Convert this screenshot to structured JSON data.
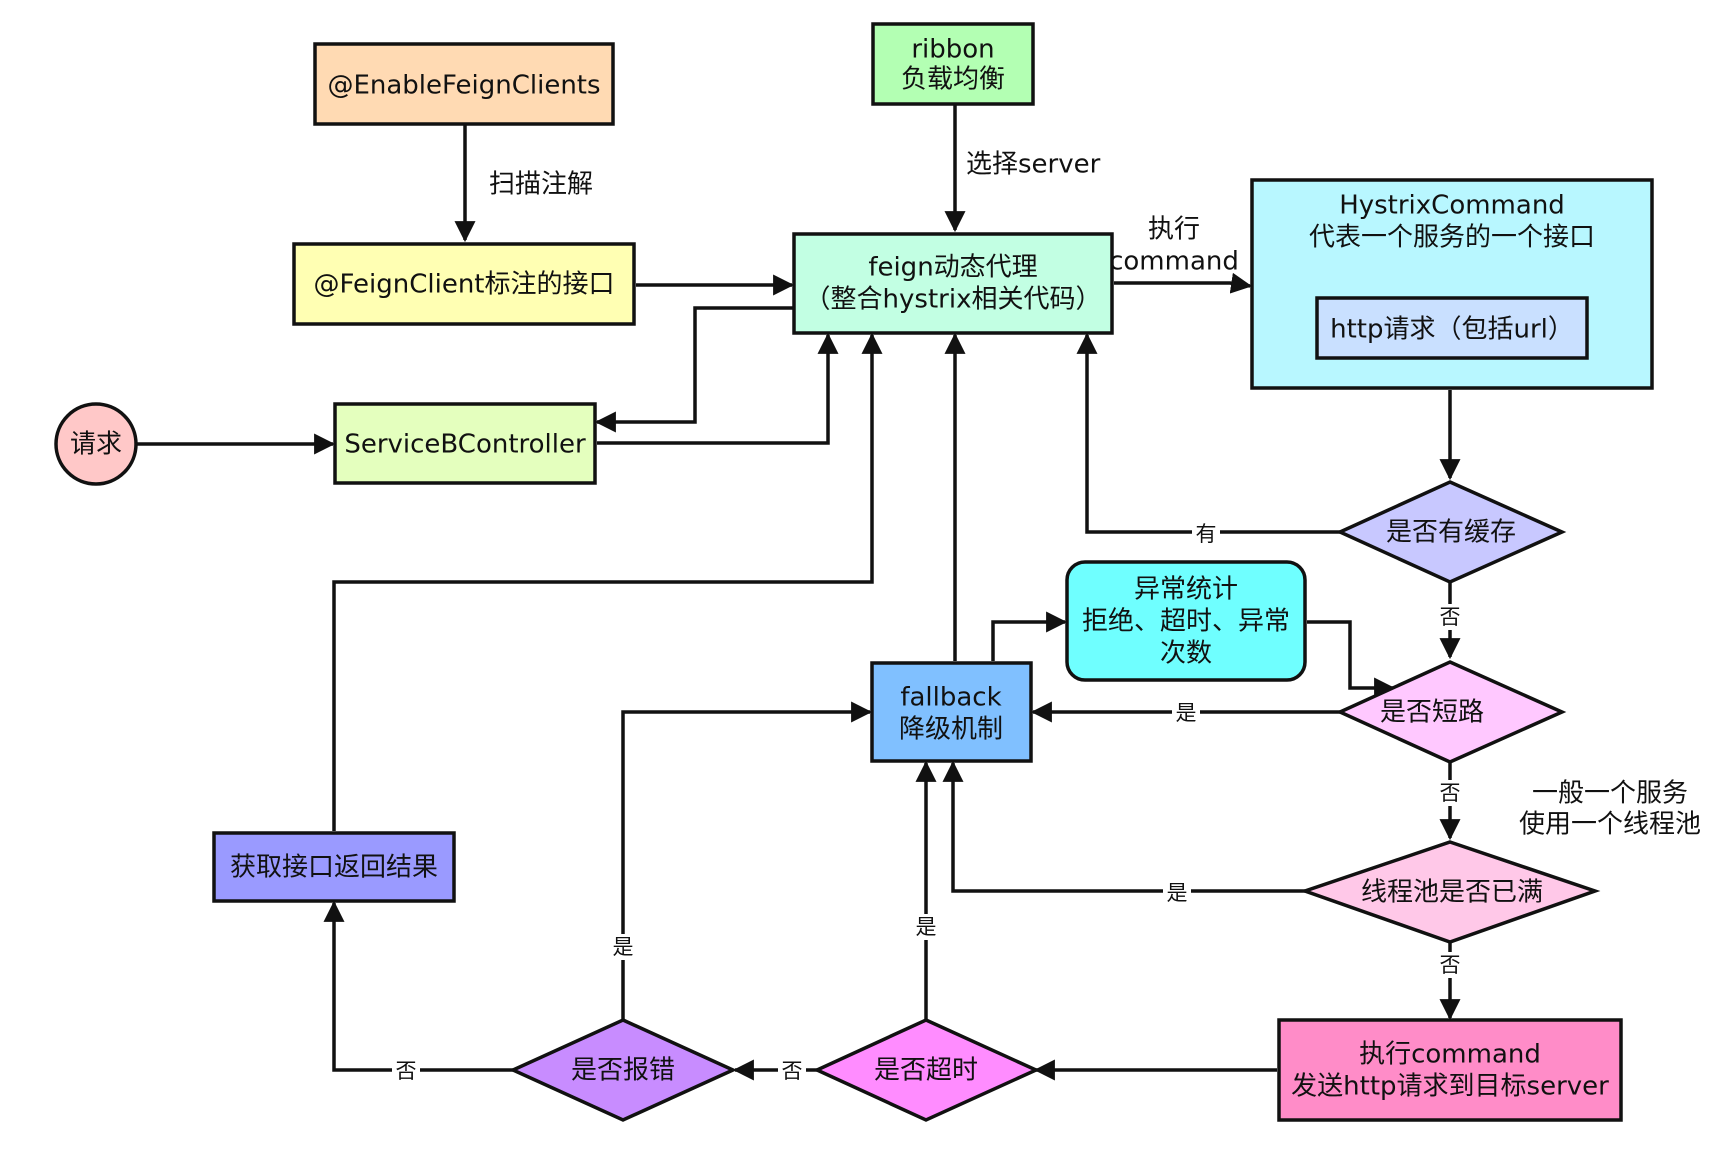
{
  "nodes": {
    "enable_feign": {
      "label": "@EnableFeignClients",
      "fill": "#FFDAB3"
    },
    "feign_client": {
      "label": "@FeignClient标注的接口",
      "fill": "#FFFFB3"
    },
    "ribbon": {
      "line1": "ribbon",
      "line2": "负载均衡",
      "fill": "#B3FFB3"
    },
    "feign_proxy": {
      "line1": "feign动态代理",
      "line2": "（整合hystrix相关代码）",
      "fill": "#C2FFE3"
    },
    "hystrix_command": {
      "line1": "HystrixCommand",
      "line2": "代表一个服务的一个接口",
      "fill": "#B8F7FF"
    },
    "http_request": {
      "label": "http请求（包括url）",
      "fill": "#C9E0FF"
    },
    "request": {
      "label": "请求",
      "fill": "#FFC8C8"
    },
    "service_controller": {
      "label": "ServiceBController",
      "fill": "#E4FFBE"
    },
    "has_cache": {
      "label": "是否有缓存",
      "fill": "#C8C8FF"
    },
    "exception_stats": {
      "line1": "异常统计",
      "line2": "拒绝、超时、异常",
      "line3": "次数",
      "fill": "#6FFFFF"
    },
    "fallback": {
      "line1": "fallback",
      "line2": "降级机制",
      "fill": "#80C0FF"
    },
    "circuit_open": {
      "label": "是否短路",
      "fill": "#FFC8FF"
    },
    "threadpool_full": {
      "label": "线程池是否已满",
      "fill": "#FFC8E8"
    },
    "get_result": {
      "label": "获取接口返回结果",
      "fill": "#9A9AFF"
    },
    "has_error": {
      "label": "是否报错",
      "fill": "#C88CFF"
    },
    "is_timeout": {
      "label": "是否超时",
      "fill": "#FF8CFF"
    },
    "execute_command": {
      "line1": "执行command",
      "line2": "发送http请求到目标server",
      "fill": "#FF8CC8"
    }
  },
  "edge_labels": {
    "scan": "扫描注解",
    "select_server": "选择server",
    "execute_line1": "执行",
    "execute_line2": "command",
    "cache_yes": "有",
    "cache_no": "否",
    "circuit_yes": "是",
    "circuit_no": "否",
    "pool_yes": "是",
    "pool_no": "否",
    "timeout_yes": "是",
    "timeout_no": "否",
    "error_yes": "是",
    "error_no": "否"
  },
  "annotation": {
    "line1": "一般一个服务",
    "line2": "使用一个线程池"
  },
  "colors": {
    "stroke": "#111111",
    "background": "#ffffff"
  }
}
